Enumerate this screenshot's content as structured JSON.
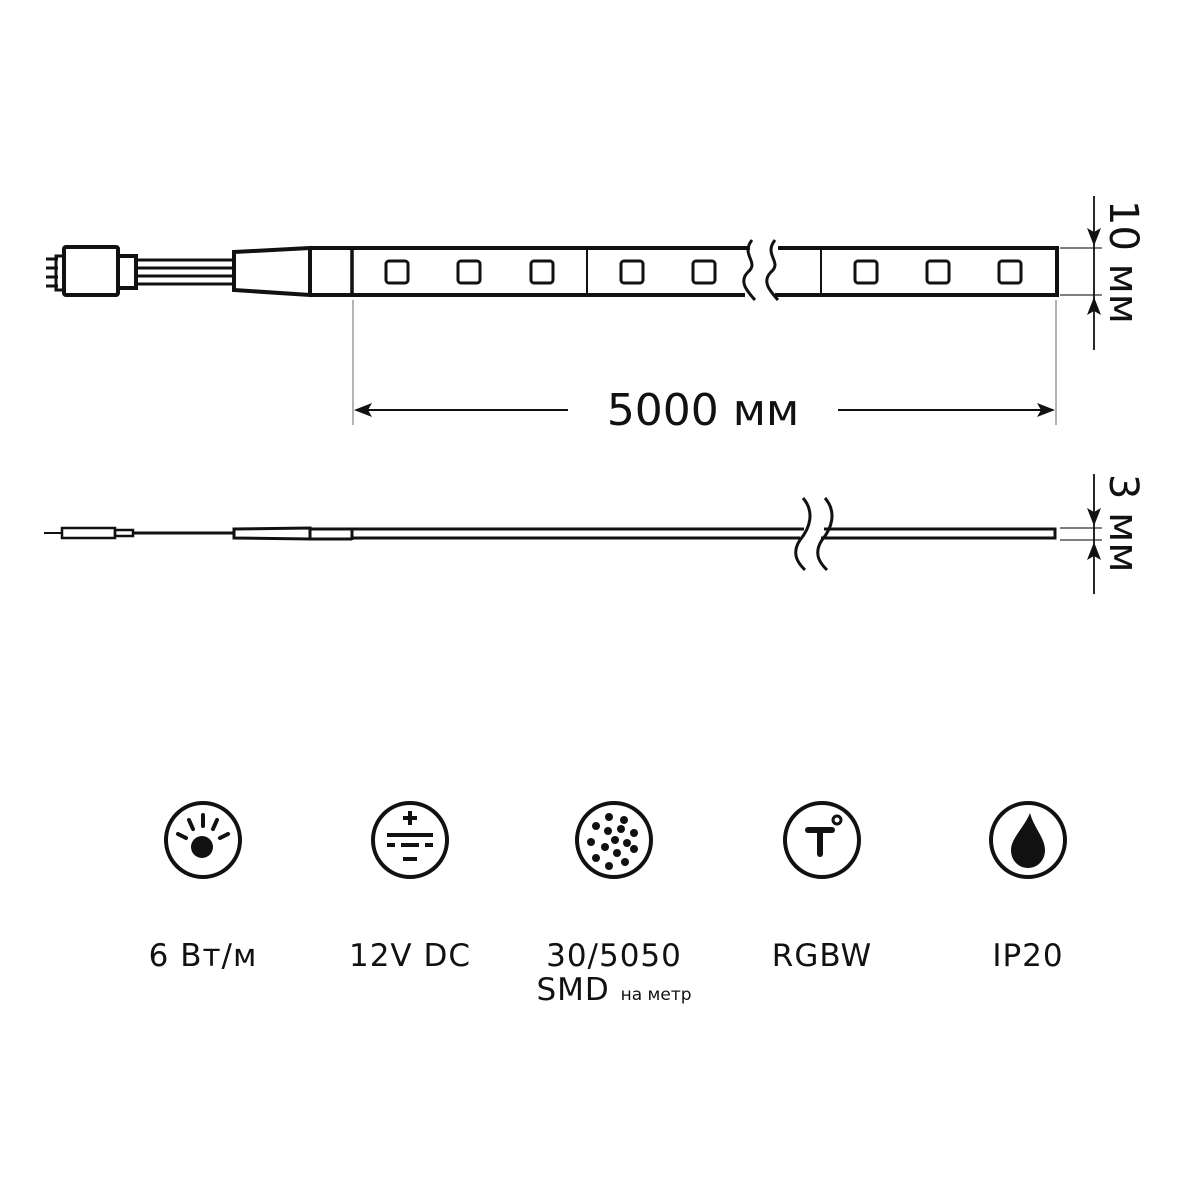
{
  "drawing": {
    "title": "LED strip dimension drawing",
    "top_view": {
      "length_label": "5000 мм",
      "width_label": "10 мм",
      "led_count_visible": 8
    },
    "side_view": {
      "thickness_label": "3 мм"
    },
    "line_color": "#111111",
    "guide_line_color": "#9a9a9a"
  },
  "specs": [
    {
      "icon": "power-led-icon",
      "label": "6 Вт/м",
      "sub": "",
      "sub_small": ""
    },
    {
      "icon": "dc-voltage-icon",
      "label": "12V DC",
      "sub": "",
      "sub_small": ""
    },
    {
      "icon": "led-density-icon",
      "label": "30/5050",
      "sub": "SMD",
      "sub_small": "на метр"
    },
    {
      "icon": "color-temperature-icon",
      "label": "RGBW",
      "sub": "",
      "sub_small": ""
    },
    {
      "icon": "water-drop-icon",
      "label": "IP20",
      "sub": "",
      "sub_small": ""
    }
  ]
}
